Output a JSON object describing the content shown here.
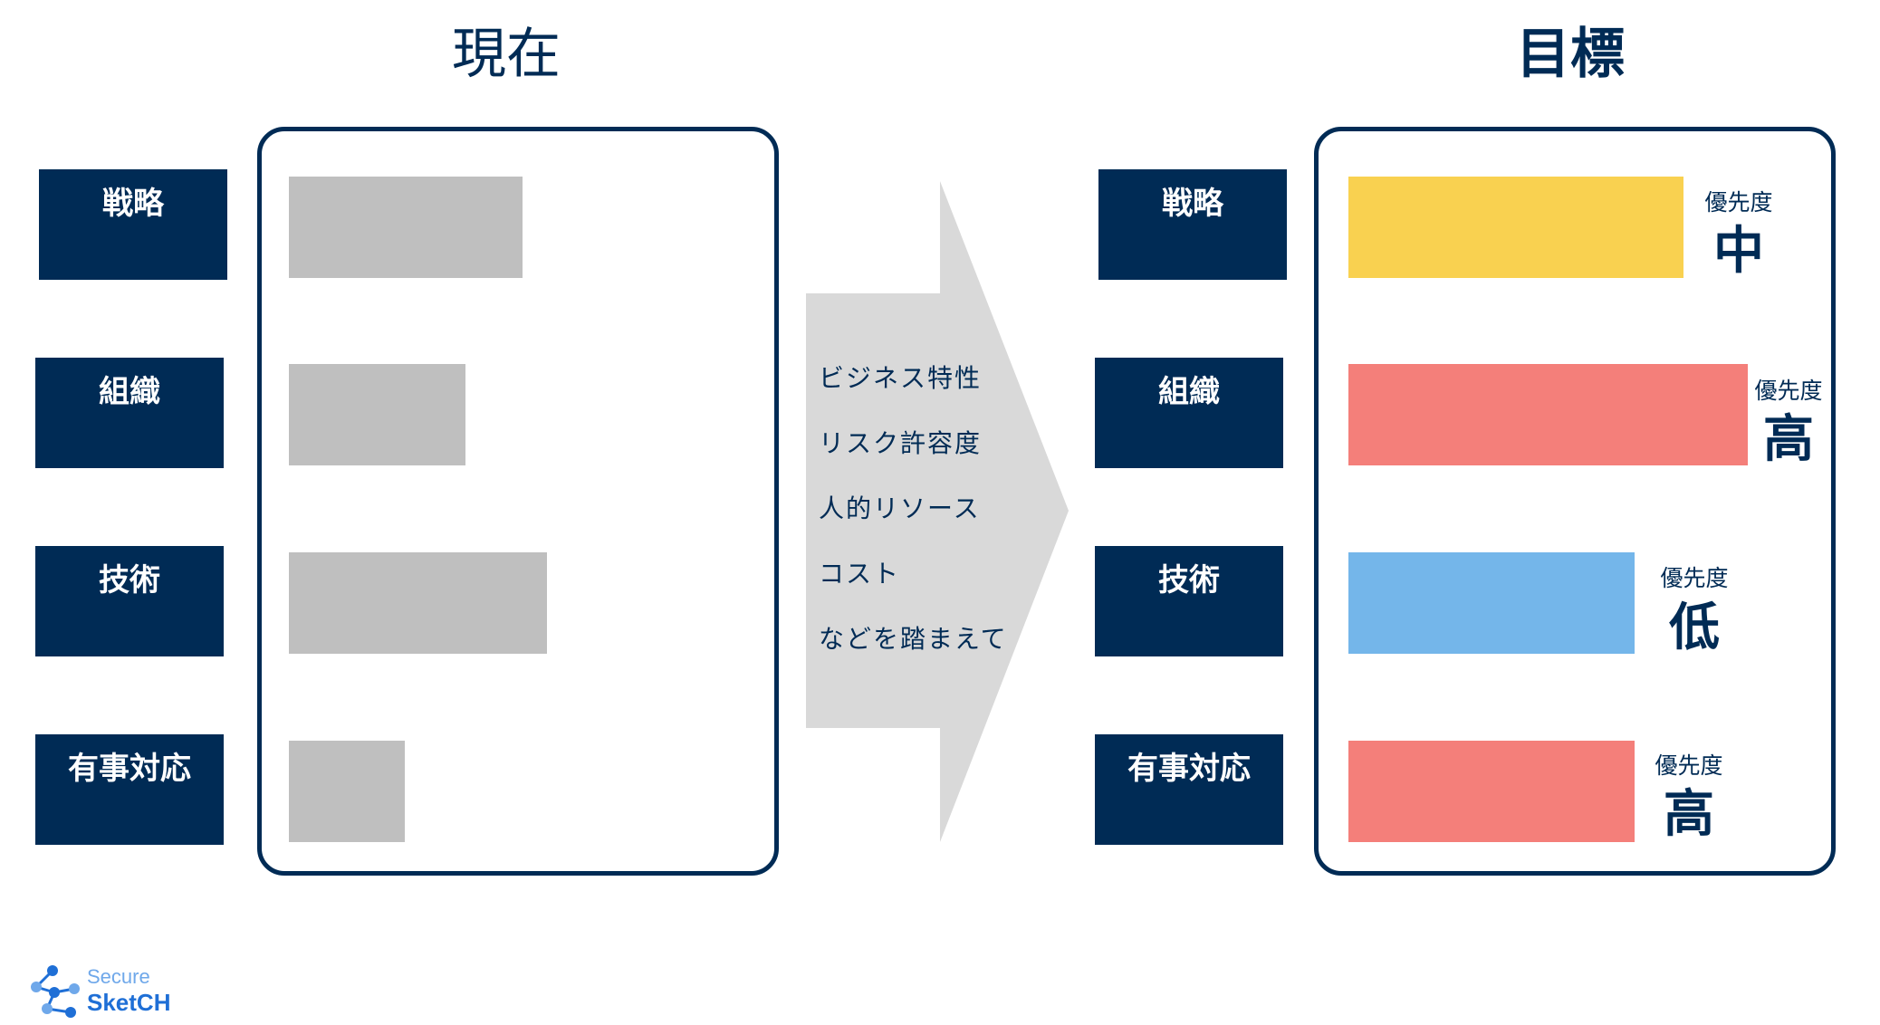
{
  "titles": {
    "current": "現在",
    "target": "目標"
  },
  "categories": [
    "戦略",
    "組織",
    "技術",
    "有事対応"
  ],
  "factors": [
    "ビジネス特性",
    "リスク許容度",
    "人的リソース",
    "コスト",
    "などを踏まえて"
  ],
  "priority_caption": "優先度",
  "target_priorities": [
    {
      "level": "中",
      "color": "#f9d150"
    },
    {
      "level": "高",
      "color": "#f47f7a"
    },
    {
      "level": "低",
      "color": "#74b6ea"
    },
    {
      "level": "高",
      "color": "#f47f7a"
    }
  ],
  "logo": {
    "line1": "Secure",
    "line2": "SketCH"
  }
}
